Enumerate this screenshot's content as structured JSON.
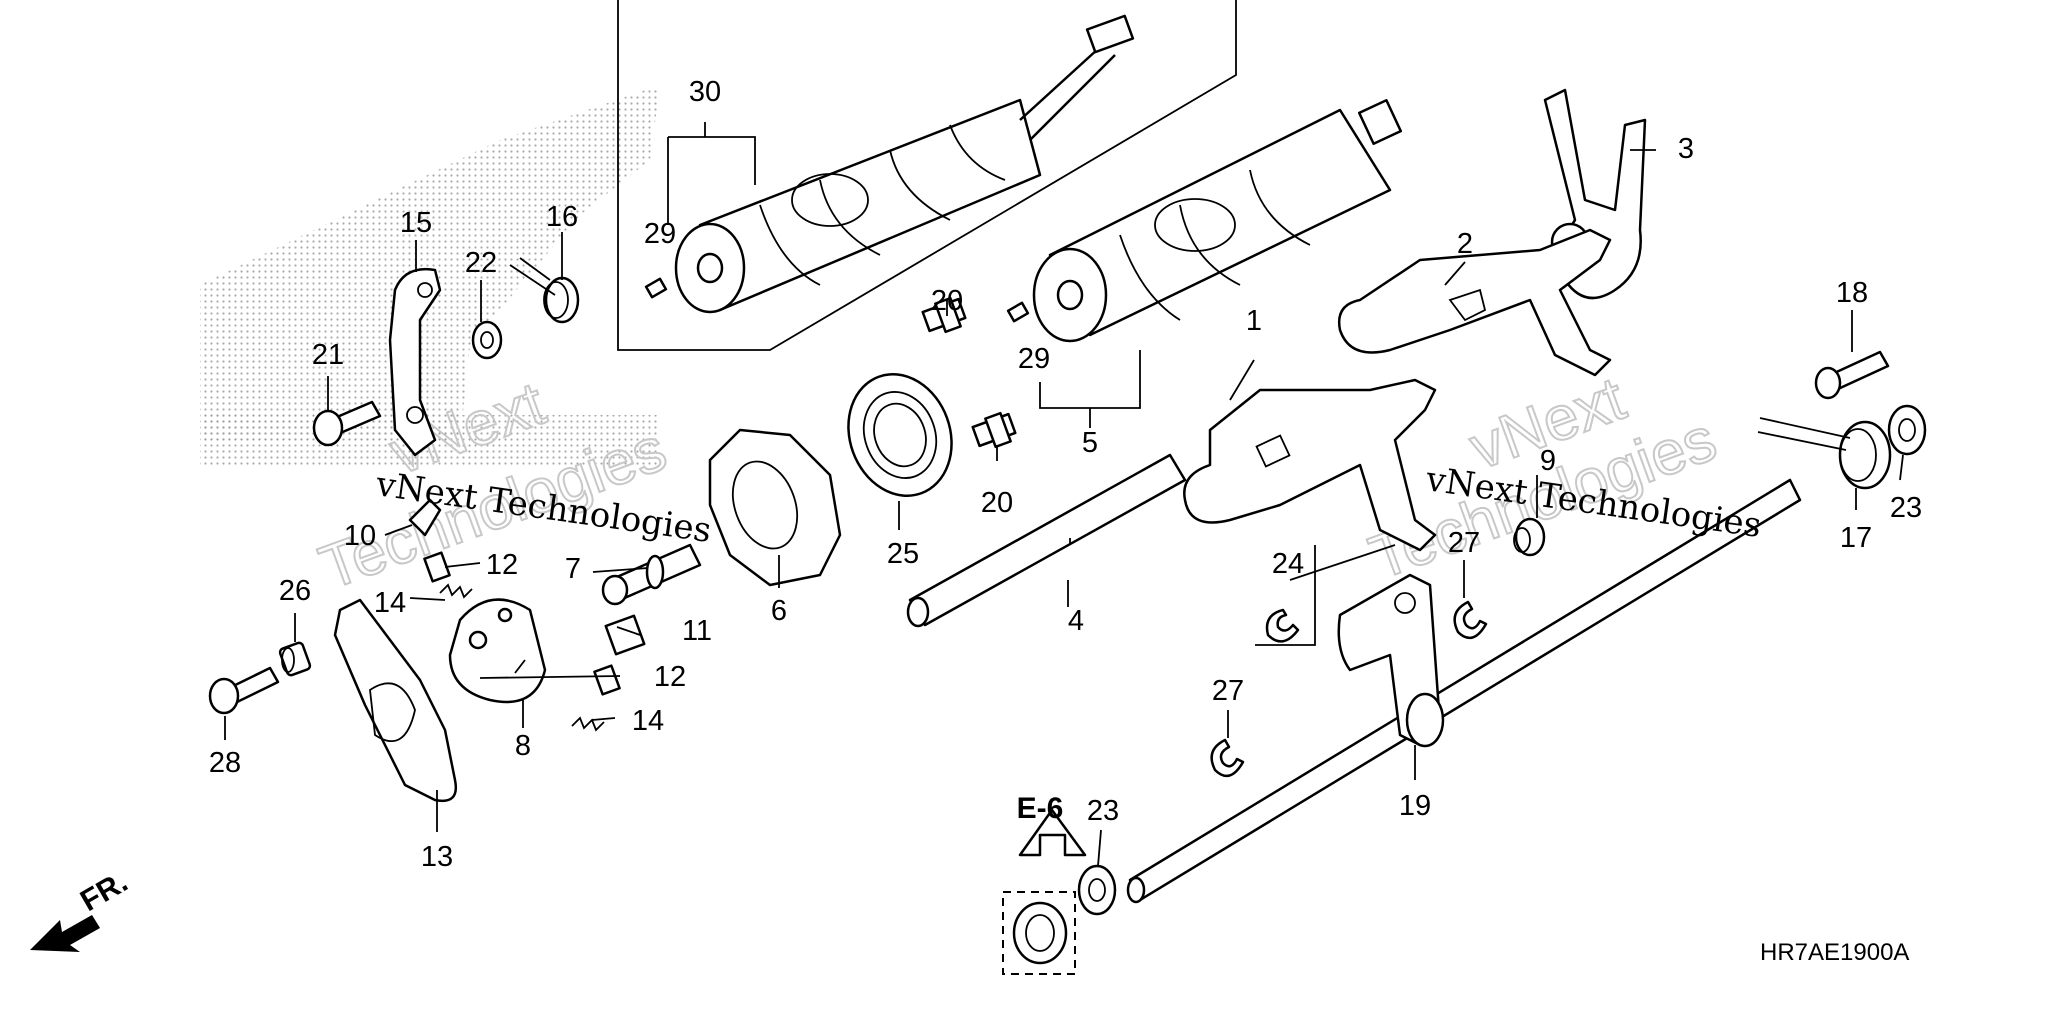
{
  "diagram": {
    "diagram_code": "HR7AE1900A",
    "reference": "E-6",
    "front_marker": "FR.",
    "watermark": "vNext Technologies",
    "watermark_word": "Technologies",
    "watermark_brand": "vNext"
  },
  "callouts": [
    "1",
    "2",
    "3",
    "4",
    "5",
    "6",
    "7",
    "8",
    "9",
    "10",
    "11",
    "12",
    "12",
    "13",
    "14",
    "14",
    "15",
    "16",
    "17",
    "18",
    "19",
    "20",
    "20",
    "21",
    "22",
    "23",
    "23",
    "24",
    "25",
    "26",
    "27",
    "27",
    "28",
    "29",
    "29",
    "30"
  ]
}
